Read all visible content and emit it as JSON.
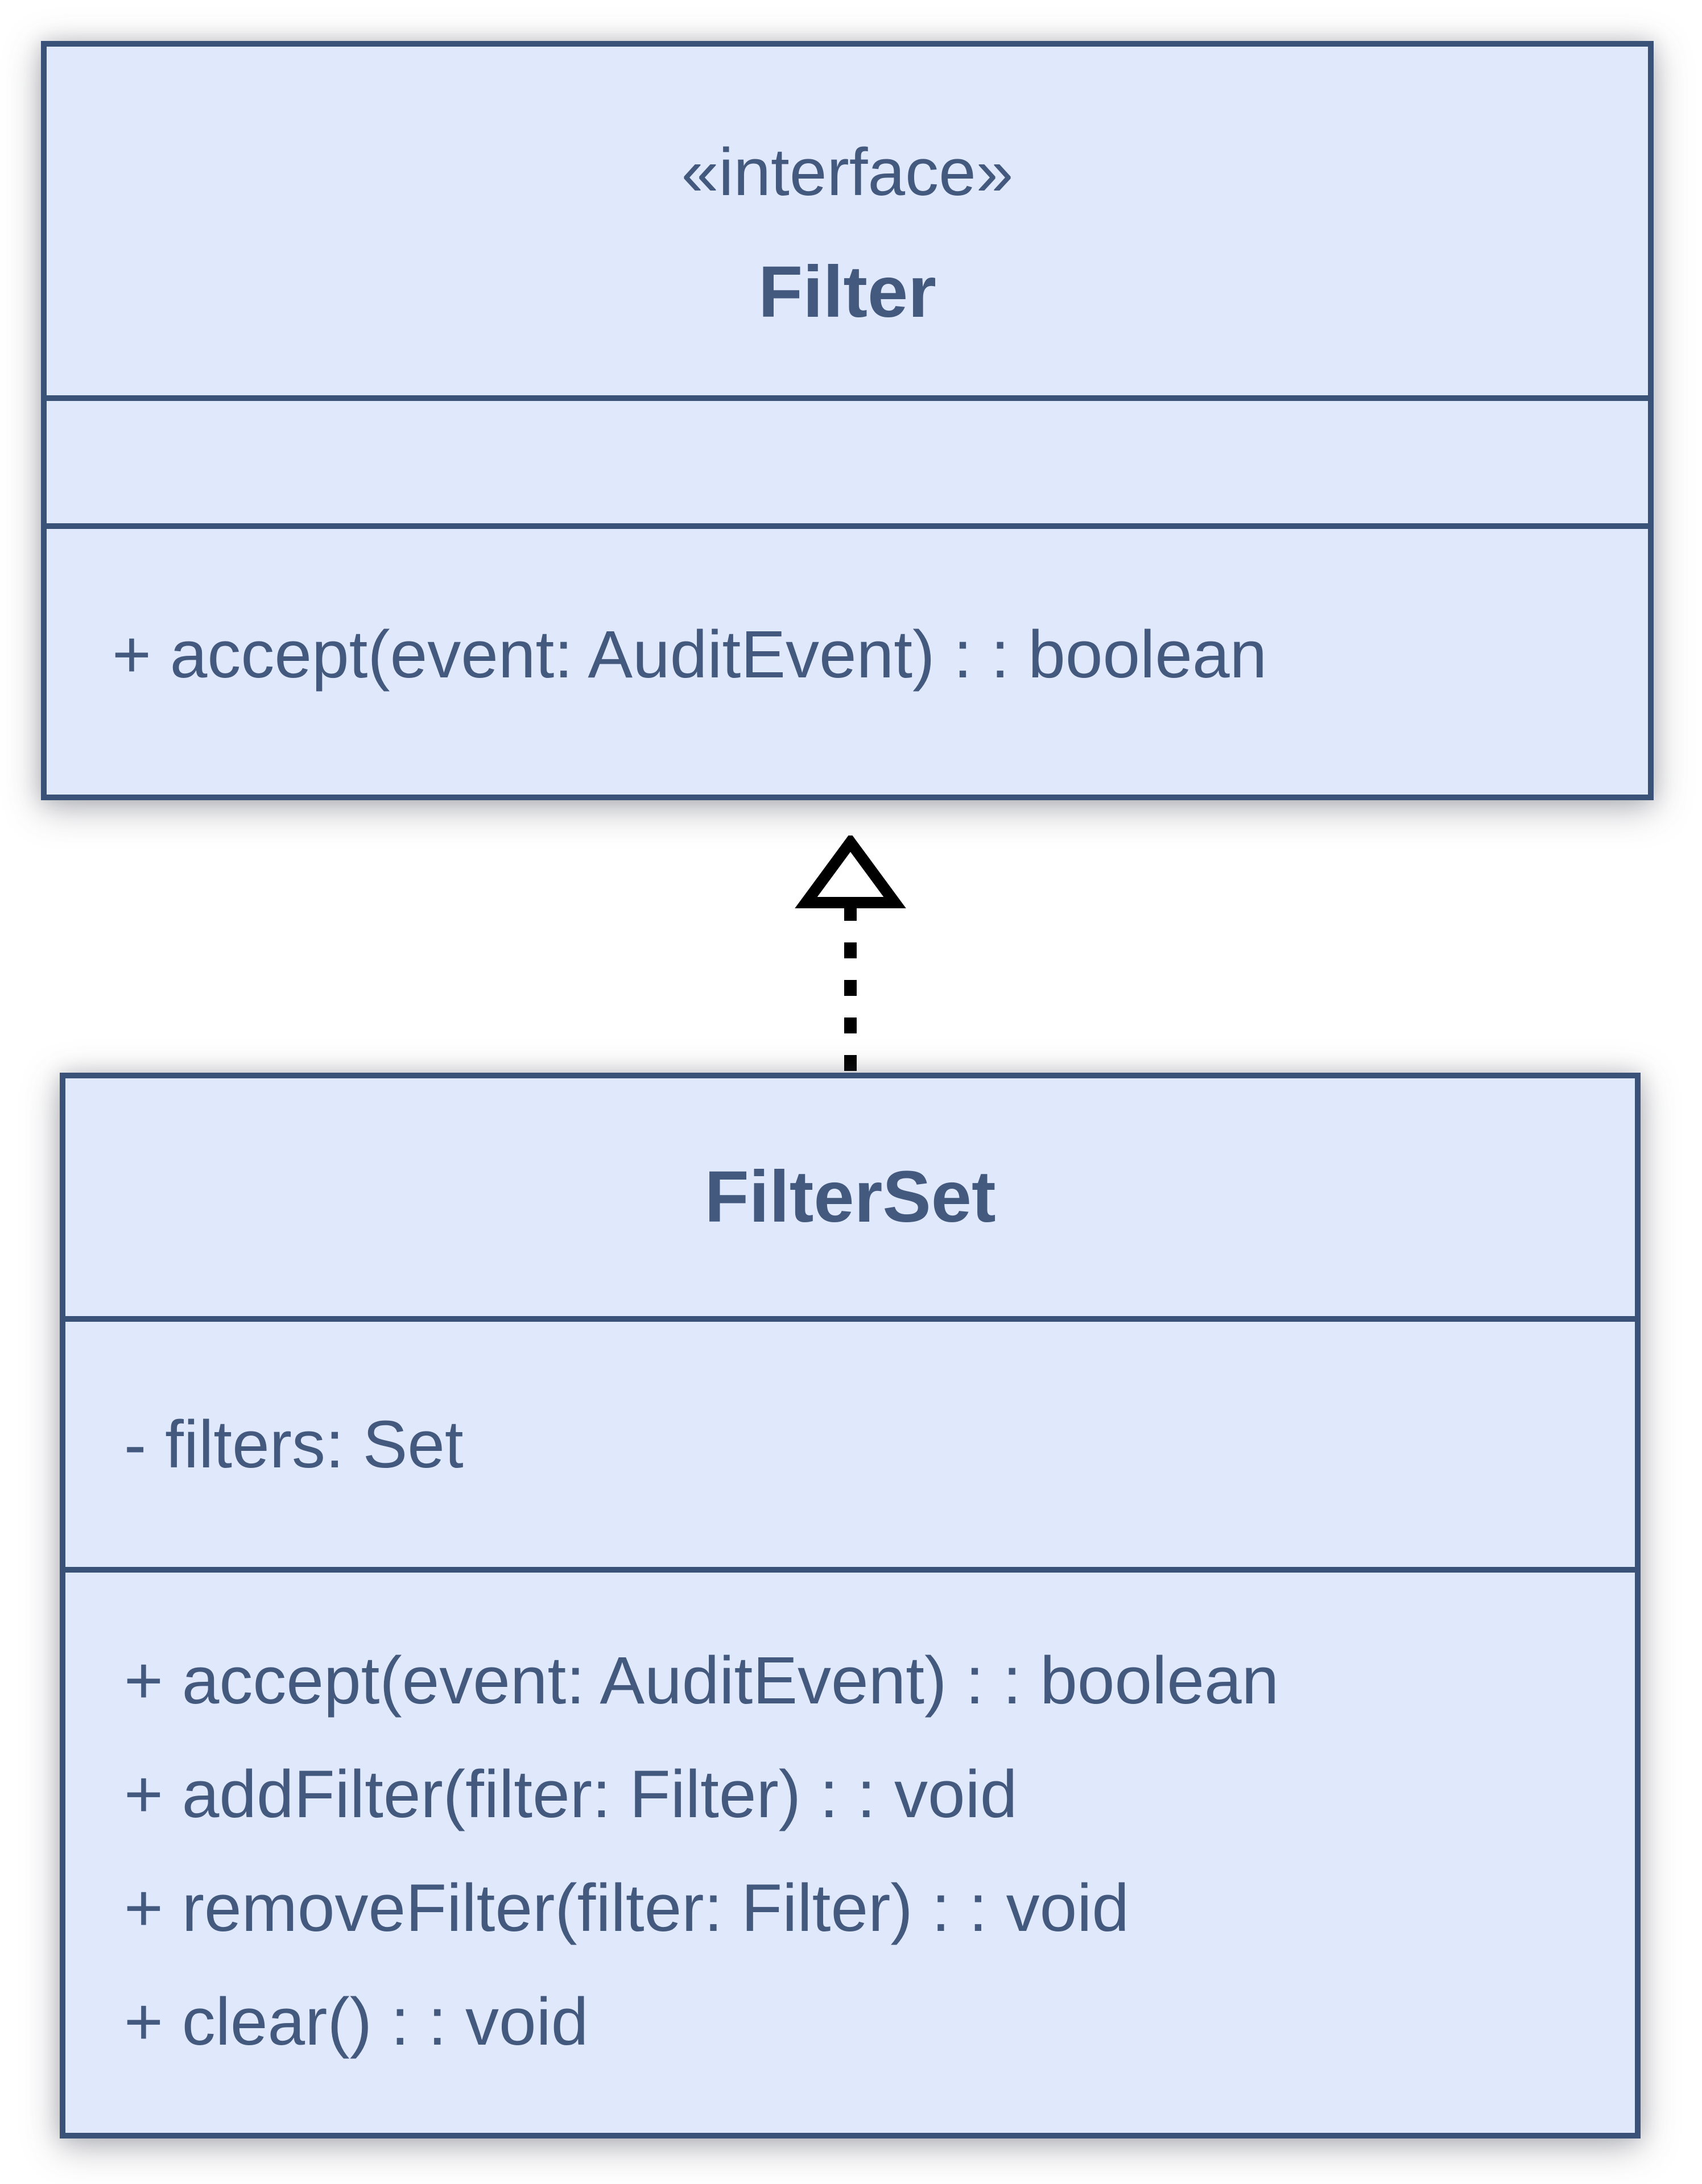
{
  "diagram": {
    "kind": "uml-class-diagram",
    "colors": {
      "box_fill": "#e0e8fc",
      "box_border": "#3a5178",
      "text": "#44597e",
      "arrow": "#000000",
      "canvas": "#ffffff"
    },
    "classes": [
      {
        "id": "filter",
        "stereotype": "«interface»",
        "name": "Filter",
        "attributes": [],
        "methods": [
          "+ accept(event: AuditEvent) : : boolean"
        ]
      },
      {
        "id": "filterset",
        "stereotype": "",
        "name": "FilterSet",
        "attributes": [
          "- filters: Set"
        ],
        "methods": [
          "+ accept(event: AuditEvent) : : boolean",
          "+ addFilter(filter: Filter) : : void",
          "+ removeFilter(filter: Filter) : : void",
          "+ clear() : : void"
        ]
      }
    ],
    "relationships": [
      {
        "type": "realization",
        "from": "FilterSet",
        "to": "Filter",
        "line_style": "dashed",
        "arrowhead": "hollow-triangle"
      }
    ]
  }
}
